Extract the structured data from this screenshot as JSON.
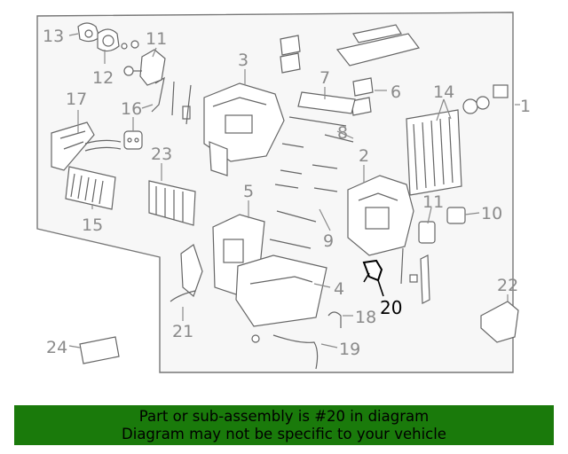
{
  "diagram": {
    "callouts": [
      "13",
      "12",
      "11",
      "3",
      "7",
      "6",
      "14",
      "1",
      "17",
      "16",
      "8",
      "2",
      "23",
      "15",
      "5",
      "11",
      "10",
      "9",
      "4",
      "20",
      "22",
      "21",
      "18",
      "24",
      "19"
    ],
    "highlight": "20"
  },
  "banner": {
    "line1": "Part or sub-assembly is #20 in diagram",
    "line2": "Diagram may not be specific to your vehicle"
  }
}
